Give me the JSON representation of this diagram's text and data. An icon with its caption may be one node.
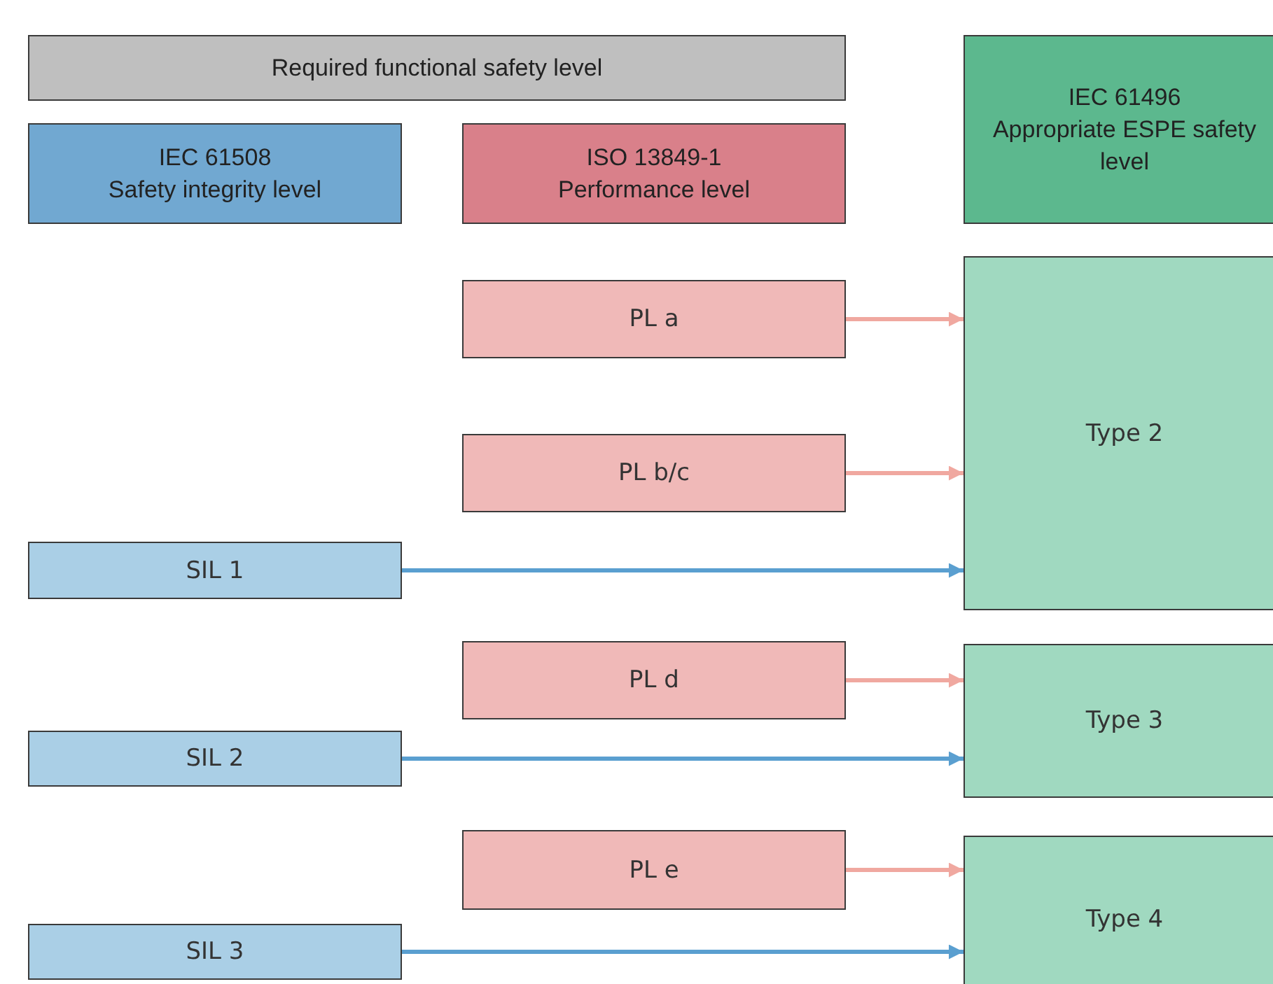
{
  "diagram": {
    "nodes": [
      {
        "text": [
          "Required functional safety level"
        ]
      },
      {
        "text": [
          "IEC 61496",
          "Appropriate ESPE safety level"
        ]
      },
      {
        "text": [
          "IEC 61508",
          "Safety integrity level"
        ]
      },
      {
        "text": [
          "ISO 13849-1",
          "Performance level"
        ]
      },
      {
        "text": [
          "PL a"
        ]
      },
      {
        "text": [
          "Type 2"
        ]
      },
      {
        "text": [
          "PL b/c"
        ]
      },
      {
        "text": [
          "SIL 1"
        ]
      },
      {
        "text": [
          "PL d"
        ]
      },
      {
        "text": [
          "Type 3"
        ]
      },
      {
        "text": [
          "SIL 2"
        ]
      },
      {
        "text": [
          "PL e"
        ]
      },
      {
        "text": [
          "Type 4"
        ]
      },
      {
        "text": [
          "SIL 3"
        ]
      }
    ],
    "edges": [
      {
        "from": 4,
        "to": 5,
        "arrow": "to"
      },
      {
        "from": 6,
        "to": 5,
        "arrow": "to"
      },
      {
        "from": 7,
        "to": 5,
        "arrow": "to",
        "color": "#5a9fd0"
      },
      {
        "from": 8,
        "to": 9,
        "arrow": "to"
      },
      {
        "from": 10,
        "to": 9,
        "arrow": "to",
        "color": "#5a9fd0"
      },
      {
        "from": 11,
        "to": 12,
        "arrow": "to"
      },
      {
        "from": 13,
        "to": 12,
        "arrow": "to",
        "color": "#5a9fd0"
      }
    ]
  }
}
